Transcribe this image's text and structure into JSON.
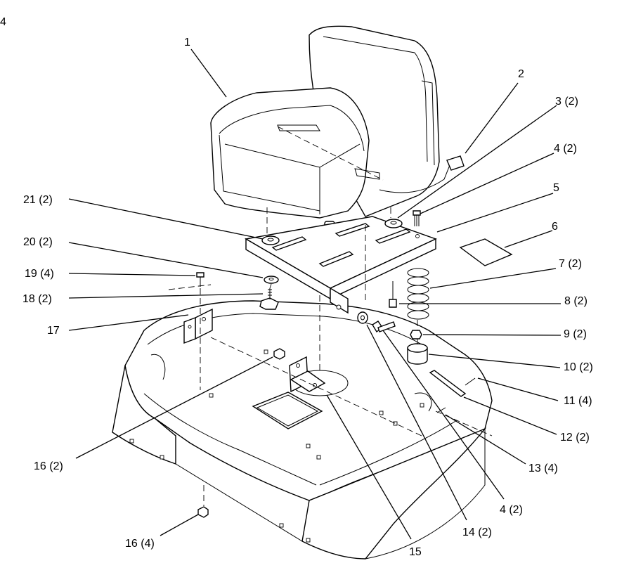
{
  "page_marker": "4",
  "callouts": [
    {
      "id": "c1",
      "text": "1"
    },
    {
      "id": "c2",
      "text": "2"
    },
    {
      "id": "c3",
      "text": "3 (2)"
    },
    {
      "id": "c4a",
      "text": "4 (2)"
    },
    {
      "id": "c5",
      "text": "5"
    },
    {
      "id": "c6",
      "text": "6"
    },
    {
      "id": "c7",
      "text": "7 (2)"
    },
    {
      "id": "c8",
      "text": "8 (2)"
    },
    {
      "id": "c9",
      "text": "9 (2)"
    },
    {
      "id": "c10",
      "text": "10 (2)"
    },
    {
      "id": "c11",
      "text": "11 (4)"
    },
    {
      "id": "c12",
      "text": "12 (2)"
    },
    {
      "id": "c13",
      "text": "13 (4)"
    },
    {
      "id": "c4b",
      "text": "4 (2)"
    },
    {
      "id": "c14",
      "text": "14 (2)"
    },
    {
      "id": "c15",
      "text": "15"
    },
    {
      "id": "c16a",
      "text": "16 (4)"
    },
    {
      "id": "c16b",
      "text": "16 (2)"
    },
    {
      "id": "c17",
      "text": "17"
    },
    {
      "id": "c18",
      "text": "18 (2)"
    },
    {
      "id": "c19",
      "text": "19 (4)"
    },
    {
      "id": "c20",
      "text": "20 (2)"
    },
    {
      "id": "c21",
      "text": "21 (2)"
    }
  ]
}
